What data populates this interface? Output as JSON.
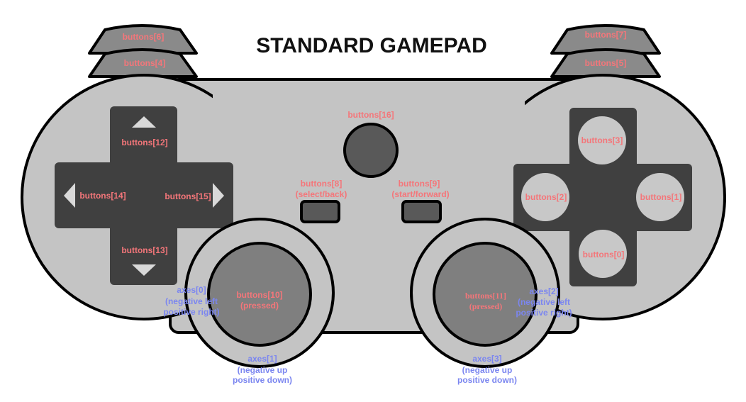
{
  "title": "STANDARD GAMEPAD",
  "colors": {
    "body": "#c4c4c4",
    "dark": "#404040",
    "stick": "#7f7f7f",
    "shoulder": "#8a8a8a",
    "button_label": "#f4767a",
    "axis_label": "#7b86f0"
  },
  "shoulders": {
    "b6": "buttons[6]",
    "b4": "buttons[4]",
    "b7": "buttons[7]",
    "b5": "buttons[5]"
  },
  "dpad": {
    "up": "buttons[12]",
    "down": "buttons[13]",
    "left": "buttons[14]",
    "right": "buttons[15]"
  },
  "face": {
    "top": "buttons[3]",
    "left": "buttons[2]",
    "right": "buttons[1]",
    "bottom": "buttons[0]"
  },
  "center": {
    "home": "buttons[16]",
    "select_line1": "buttons[8]",
    "select_line2": "(select/back)",
    "start_line1": "buttons[9]",
    "start_line2": "(start/forward)"
  },
  "left_stick": {
    "press_line1": "buttons[10]",
    "press_line2": "(pressed)",
    "axis_x_line1": "axes[0]",
    "axis_x_line2": "(negative left",
    "axis_x_line3": "positive right)",
    "axis_y_line1": "axes[1]",
    "axis_y_line2": "(negative up",
    "axis_y_line3": "positive down)"
  },
  "right_stick": {
    "press_line1": "buttons[11]",
    "press_line2": "(pressed)",
    "axis_x_line1": "axes[2]",
    "axis_x_line2": "(negative left",
    "axis_x_line3": "positive right)",
    "axis_y_line1": "axes[3]",
    "axis_y_line2": "(negative up",
    "axis_y_line3": "positive down)"
  }
}
